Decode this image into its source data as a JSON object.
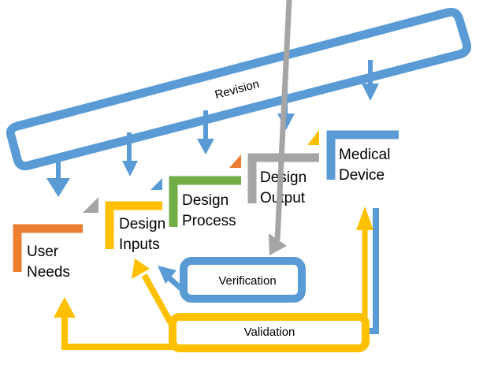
{
  "diagram": {
    "title": "Medical device design control waterfall",
    "colors": {
      "blue": "#5b9bd5",
      "orange": "#ed7d31",
      "yellow": "#ffc000",
      "green": "#70ad47",
      "gray": "#a5a5a5",
      "text": "#000000"
    },
    "revision": {
      "label": "Revision"
    },
    "stages": [
      {
        "id": "user-needs",
        "line1": "User",
        "line2": "Needs"
      },
      {
        "id": "design-inputs",
        "line1": "Design",
        "line2": "Inputs"
      },
      {
        "id": "design-process",
        "line1": "Design",
        "line2": "Process"
      },
      {
        "id": "design-output",
        "line1": "Design",
        "line2": "Output"
      },
      {
        "id": "medical-device",
        "line1": "Medical",
        "line2": "Device"
      }
    ],
    "verification": {
      "label": "Verification"
    },
    "validation": {
      "label": "Validation"
    }
  }
}
